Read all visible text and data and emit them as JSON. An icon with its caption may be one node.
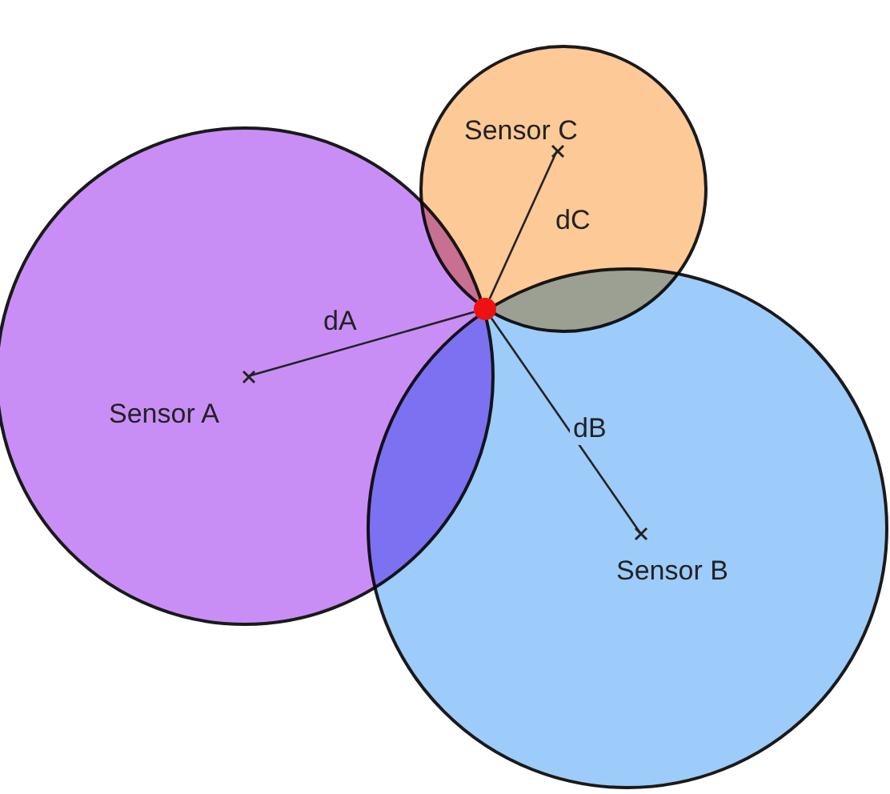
{
  "diagram": {
    "nodes": [
      {
        "text": [],
        "shape": "circle"
      },
      {
        "text": [
          "Sensor C"
        ],
        "in": 0
      },
      {
        "text": [],
        "shape": "circle"
      },
      {
        "text": [
          "Sensor A"
        ],
        "in": 2
      },
      {
        "text": [],
        "shape": "circle"
      },
      {
        "text": [],
        "shape": "circle"
      },
      {
        "text": [
          "Sensor B"
        ],
        "in": 5
      }
    ],
    "edges": [
      {
        "from": 4,
        "to": 1,
        "arrow": "none",
        "label": "dC"
      },
      {
        "from": 4,
        "to": 3,
        "arrow": "none",
        "label": "dA"
      },
      {
        "from": 4,
        "to": 6,
        "arrow": "none",
        "label": "dB"
      }
    ]
  }
}
